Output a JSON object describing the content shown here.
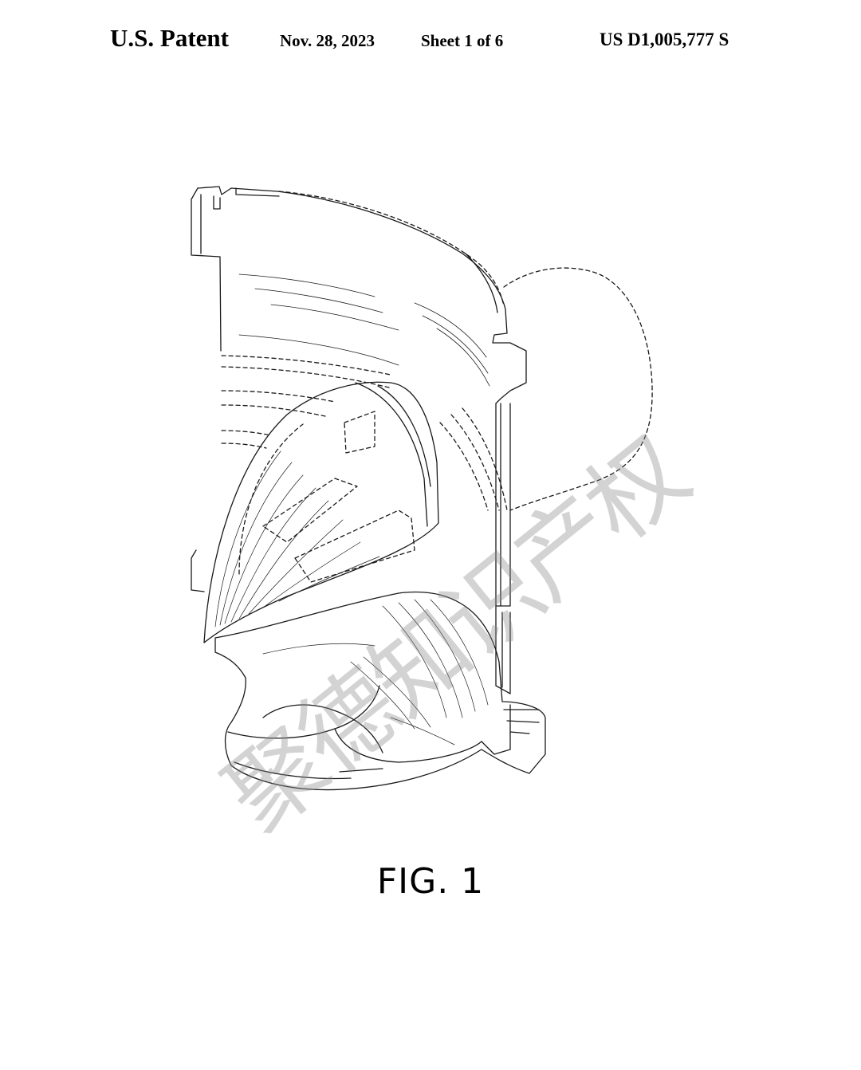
{
  "header": {
    "title": "U.S. Patent",
    "date": "Nov. 28, 2023",
    "sheet": "Sheet 1 of 6",
    "patent_number": "US D1,005,777 S"
  },
  "figure": {
    "label": "FIG. 1"
  },
  "watermark": {
    "text": "聚德知识产权"
  },
  "colors": {
    "line": "#1a1a1a",
    "watermark": "#9a9a9a"
  }
}
